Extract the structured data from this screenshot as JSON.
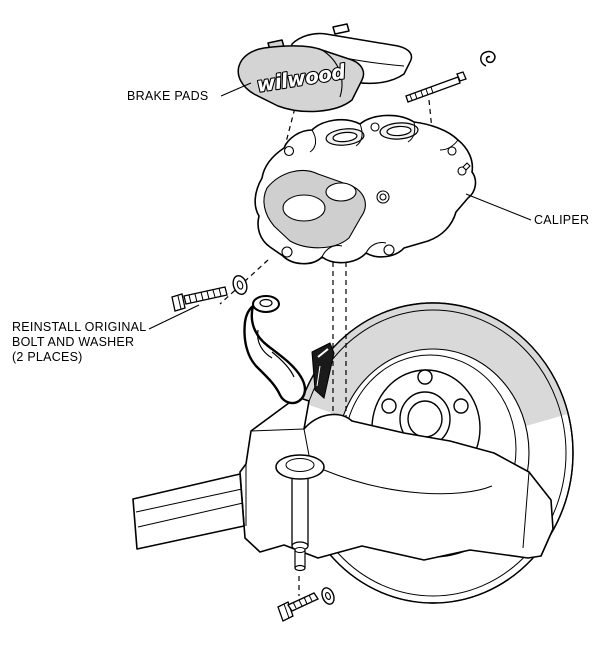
{
  "diagram": {
    "background": "#ffffff",
    "line_color": "#000000",
    "shade_color": "#d9d9d9",
    "labels": {
      "brake_pads": "BRAKE PADS",
      "caliper": "CALIPER",
      "note_line1": "REINSTALL ORIGINAL",
      "note_line2": "BOLT AND WASHER",
      "note_line3": "(2 PLACES)"
    },
    "pad_logo_text": "wilwood"
  }
}
